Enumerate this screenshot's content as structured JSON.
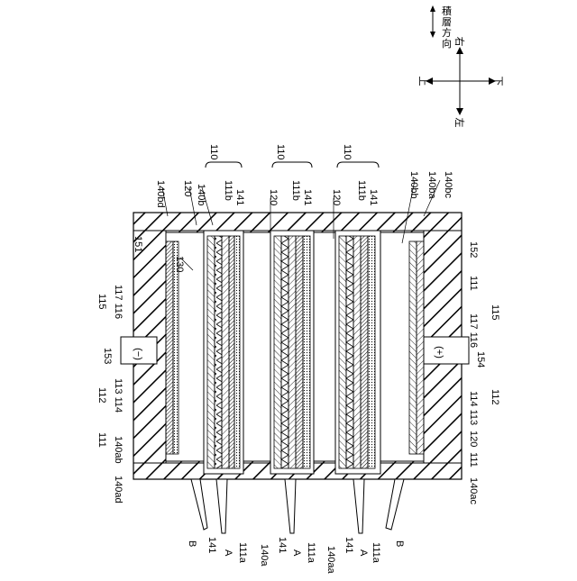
{
  "direction_legend": {
    "stack_label": [
      "積",
      "層",
      "方",
      "向"
    ],
    "up": "上",
    "down": "下",
    "left": "左",
    "right": "右"
  },
  "cell_labels": [
    "110",
    "110",
    "110"
  ],
  "labels": {
    "l140bd": "140bd",
    "l120a": "120",
    "l140b": "140b",
    "l111b_1": "111b",
    "l141_1": "141",
    "l111b_2": "111b",
    "l141_2": "141",
    "l111b_3": "111b",
    "l141_3": "141",
    "l120b": "120",
    "l120c": "120",
    "l140bb": "140bb",
    "l140ba": "140ba",
    "l140bc": "140bc",
    "l151": "151",
    "l130": "130",
    "l152": "152",
    "l115_left": "115",
    "l117_116_left": "117 116",
    "l111_right_top": "111",
    "l117_116_right": "117 116",
    "l115_right": "115",
    "l153": "153",
    "l154": "154",
    "l112_left": "112",
    "l113_114_left": "113 114",
    "l114_113_right": "114 113",
    "l112_right": "112",
    "l111_left": "111",
    "l140ab": "140ab",
    "l120_right": "120",
    "l111_right_bottom": "111",
    "l140ad": "140ad",
    "l140ac": "140ac",
    "lB_left": "B",
    "l141_b1": "141",
    "lA_1": "A",
    "l111a_1": "111a",
    "l140a": "140a",
    "l141_b2": "141",
    "lA_2": "A",
    "l111a_2": "111a",
    "l140aa": "140aa",
    "l141_b3": "141",
    "lA_3": "A",
    "l111a_3": "111a",
    "lB_right": "B"
  },
  "terminals": {
    "negative": "(−)",
    "positive": "(+)"
  }
}
